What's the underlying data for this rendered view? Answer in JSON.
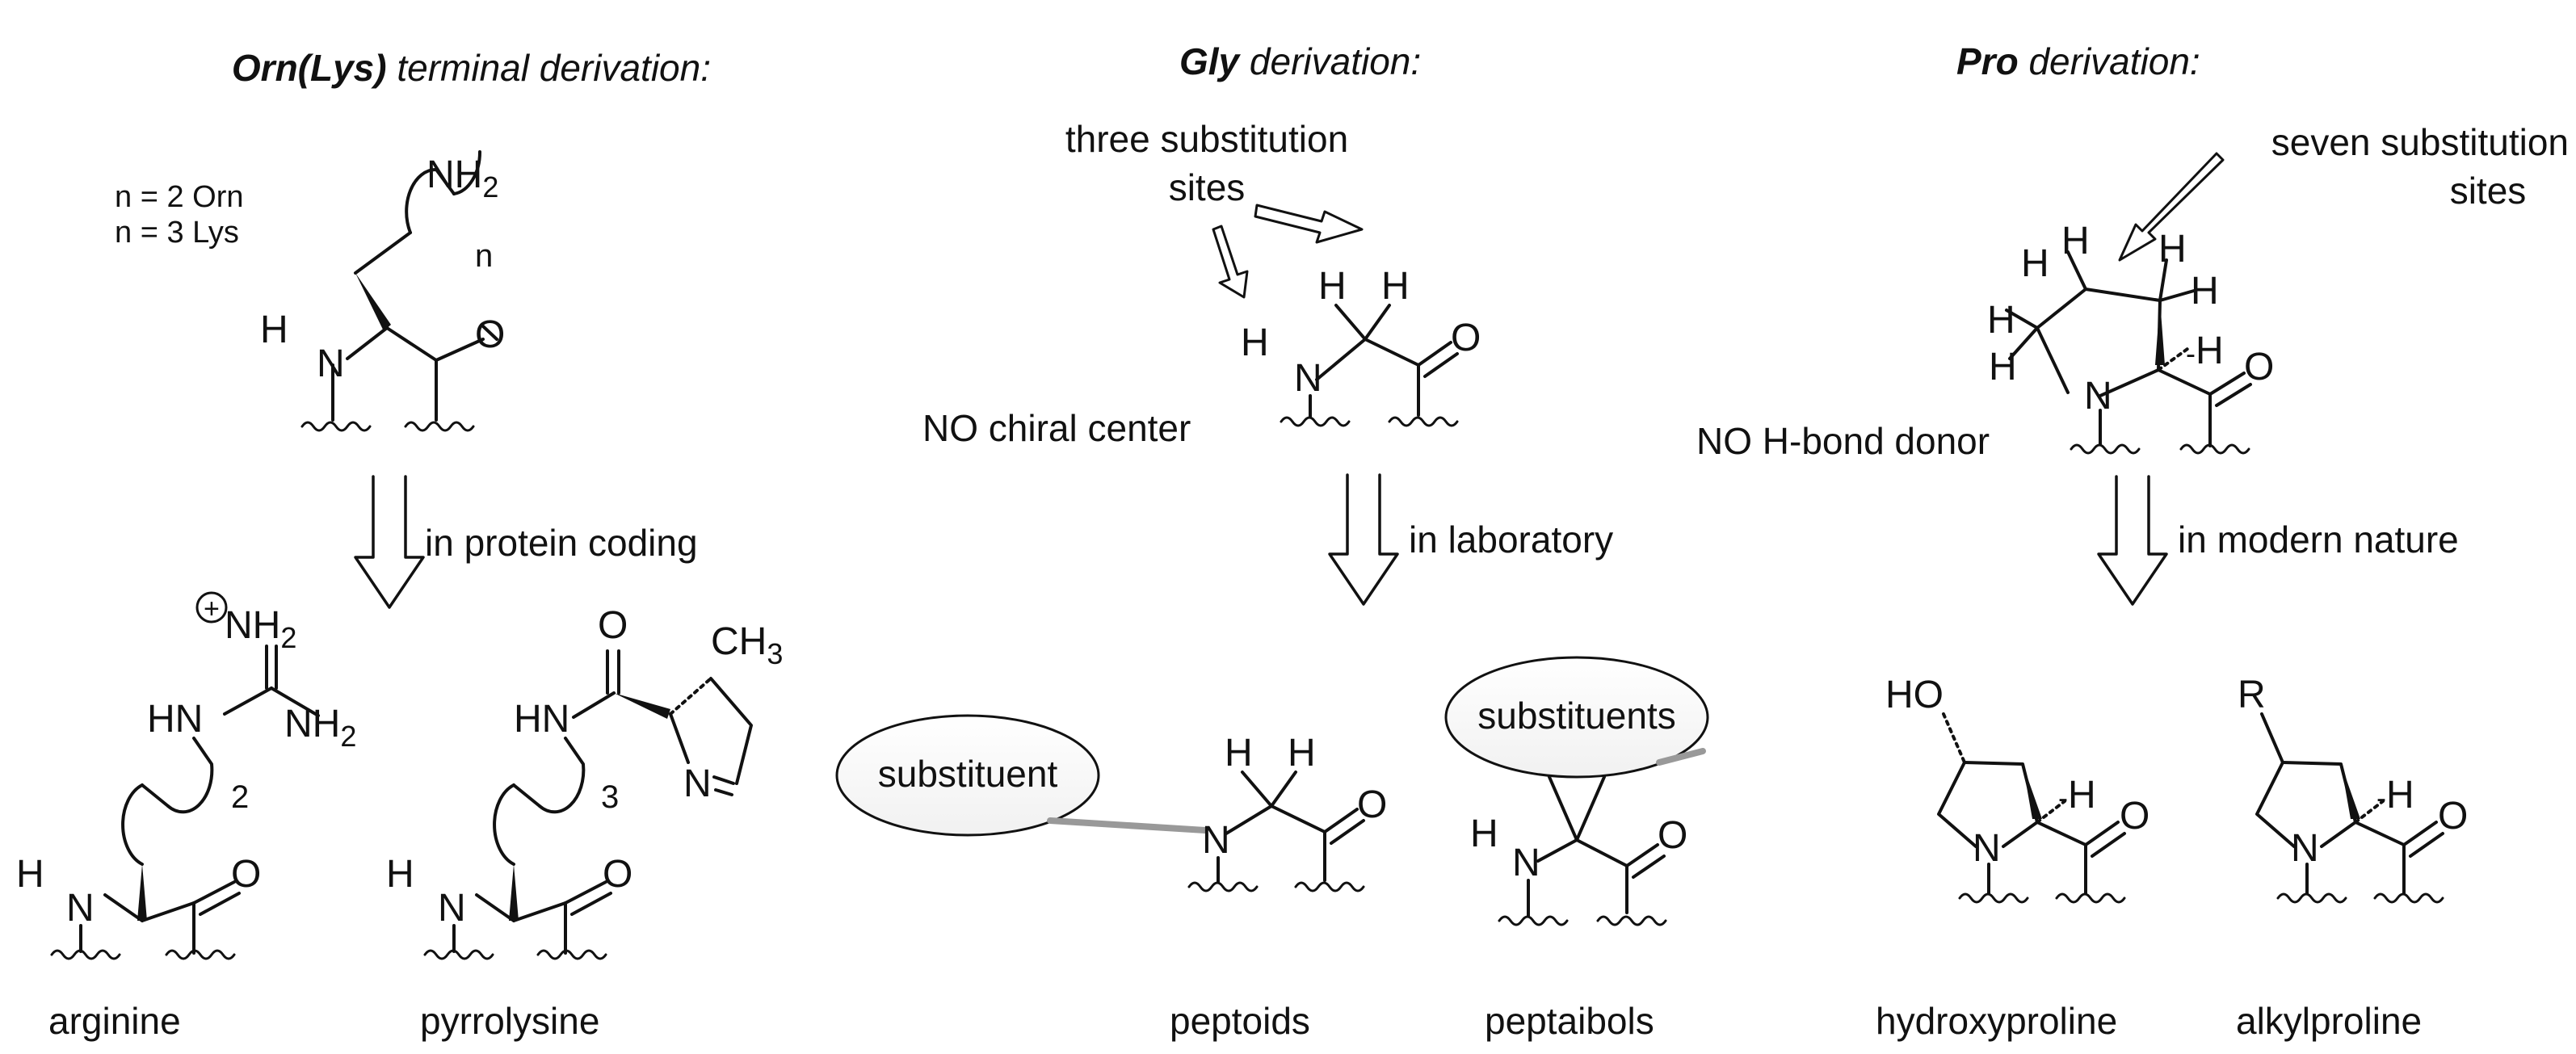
{
  "sections": {
    "orn_lys": {
      "heading_bold": "Orn(Lys)",
      "heading_rest": " terminal derivation:",
      "n_orn": "n = 2 Orn",
      "n_lys": "n = 3 Lys",
      "process": "in protein coding",
      "product_1": "arginine",
      "product_2": "pyrrolysine"
    },
    "gly": {
      "heading_bold": "Gly",
      "heading_rest": " derivation:",
      "callout_line1": "three substitution",
      "callout_line2": "sites",
      "note": "NO chiral center",
      "process": "in laboratory",
      "bubble_1": "substituent",
      "bubble_2": "substituents",
      "product_1": "peptoids",
      "product_2": "peptaibols"
    },
    "pro": {
      "heading_bold": "Pro",
      "heading_rest": " derivation:",
      "callout_line1": "seven substitution",
      "callout_line2": "sites",
      "note": "NO H-bond donor",
      "process": "in modern nature",
      "product_1": "hydroxyproline",
      "product_2": "alkylproline"
    }
  },
  "atoms": {
    "H": "H",
    "N": "N",
    "O": "O",
    "HO": "HO",
    "R": "R",
    "HN": "HN",
    "NH": "NH",
    "NH_sub": "2",
    "CH": "CH",
    "CH_sub": "3",
    "n": "n",
    "two": "2",
    "three": "3",
    "plus": "+"
  }
}
